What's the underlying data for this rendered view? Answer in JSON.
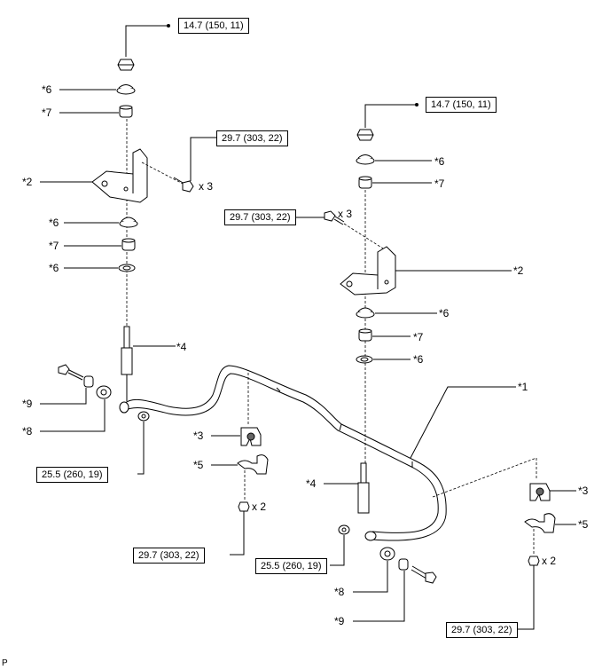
{
  "torque": {
    "t1": "14.7 (150, 11)",
    "t2": "29.7 (303, 22)",
    "t3": "14.7 (150, 11)",
    "t4": "29.7 (303, 22)",
    "t5": "25.5 (260, 19)",
    "t6": "29.7 (303, 22)",
    "t7": "25.5 (260, 19)",
    "t8": "29.7 (303, 22)"
  },
  "labels": {
    "l6a": "*6",
    "l7a": "*7",
    "l2a": "*2",
    "l6b": "*6",
    "l7b": "*7",
    "l6c": "*6",
    "l4a": "*4",
    "l9a": "*9",
    "l8a": "*8",
    "l3a": "*3",
    "l5a": "*5",
    "l6d": "*6",
    "l7d": "*7",
    "l2b": "*2",
    "l6e": "*6",
    "l7e": "*7",
    "l6f": "*6",
    "l1": "*1",
    "l4b": "*4",
    "l3b": "*3",
    "l5b": "*5",
    "l8b": "*8",
    "l9b": "*9"
  },
  "quantities": {
    "q1": "x 3",
    "q2": "x 3",
    "q3": "x 2",
    "q4": "x 2"
  },
  "footer": "P"
}
